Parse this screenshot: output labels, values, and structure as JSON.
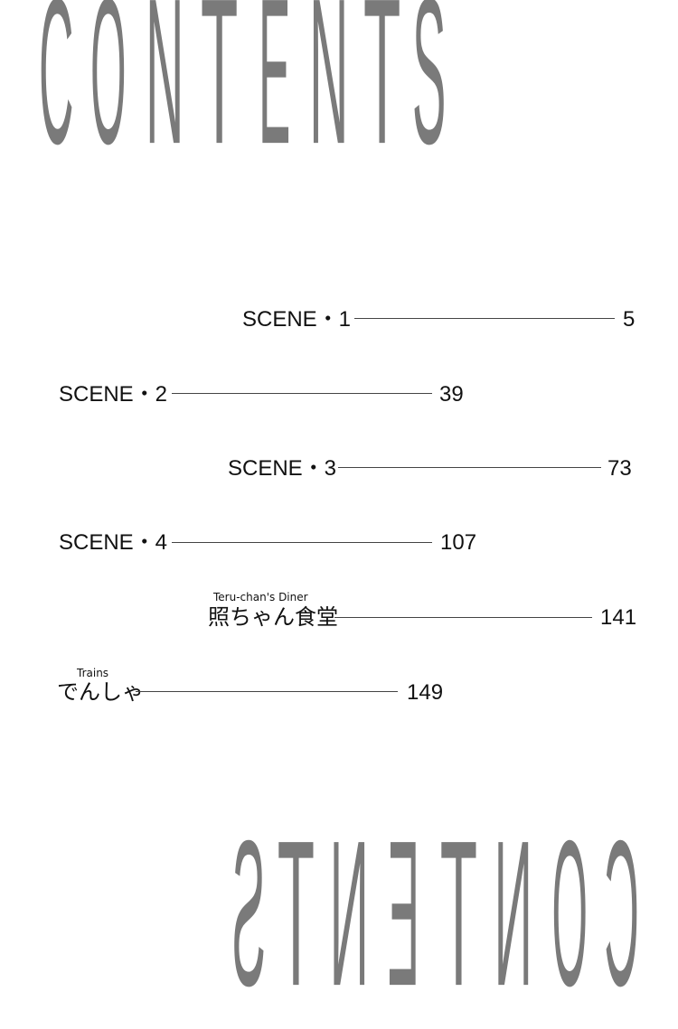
{
  "title": "CONTENTS",
  "title_color": "#7a7a7a",
  "entries": [
    {
      "label": "SCENE・1",
      "page": "5"
    },
    {
      "label": "SCENE・2",
      "page": "39"
    },
    {
      "label": "SCENE・3",
      "page": "73"
    },
    {
      "label": "SCENE・4",
      "page": "107"
    },
    {
      "label": "照ちゃん食堂",
      "subtitle": "Teru-chan's Diner",
      "page": "141"
    },
    {
      "label": "でんしゃ",
      "subtitle": "Trains",
      "page": "149"
    }
  ]
}
